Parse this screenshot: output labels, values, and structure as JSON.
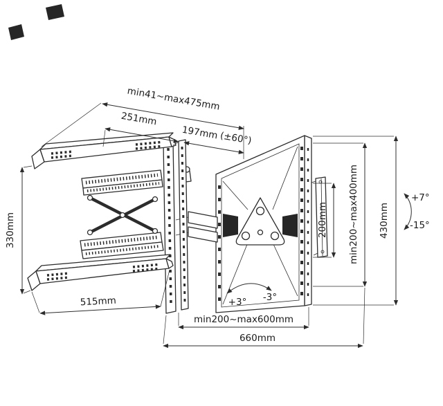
{
  "diagram": {
    "type": "technical-dimension-drawing",
    "subject": "articulating TV wall mount bracket",
    "line_color": "#2c2c2c",
    "background": "#ffffff"
  },
  "dimensions": {
    "extension_range": "min41~max475mm",
    "arm_front": "251mm",
    "arm_rear": "197mm",
    "swivel_range": "(±60°)",
    "bracket_height": "330mm",
    "bracket_width": "515mm",
    "vesa_height": "200mm",
    "vesa_height_range": "min200~max400mm",
    "plate_height": "430mm",
    "tilt_up": "+7°",
    "tilt_down": "-15°",
    "level_adjust_plus": "+3°",
    "level_adjust_minus": "-3°",
    "vesa_width_range": "min200~max600mm",
    "plate_width": "660mm"
  }
}
